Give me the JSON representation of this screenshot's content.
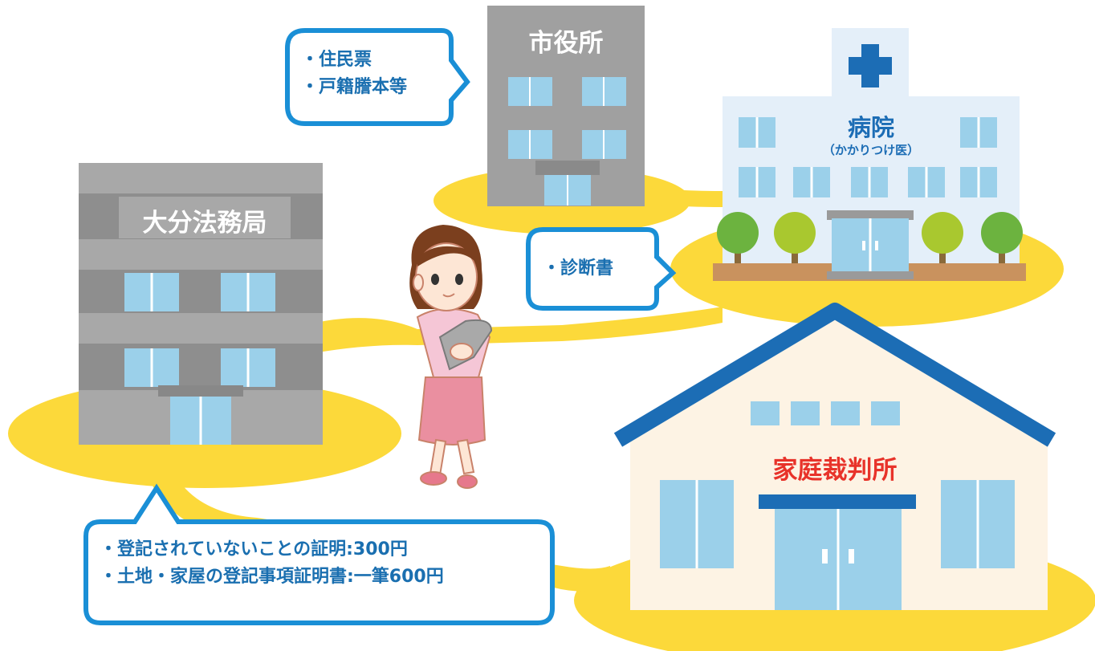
{
  "buildings": {
    "city_hall": {
      "name": "市役所"
    },
    "hospital": {
      "name": "病院",
      "sub": "（かかりつけ医）"
    },
    "legal_affairs": {
      "name": "大分法務局"
    },
    "family_court": {
      "name": "家庭裁判所"
    }
  },
  "bubbles": {
    "city_hall": {
      "lines": [
        "・住民票",
        "・戸籍謄本等"
      ]
    },
    "hospital": {
      "lines": [
        "・診断書"
      ]
    },
    "legal_affairs": {
      "lines": [
        "・登記されていないことの証明:300円",
        "・土地・家屋の登記事項証明書:一筆600円"
      ]
    }
  },
  "colors": {
    "path_yellow": "#fcd93a",
    "bubble_border": "#1a8fd6",
    "bubble_text": "#1a6fb0",
    "court_title": "#e8332a",
    "roof_blue": "#1c6db5",
    "hospital_cross": "#1c6db5"
  },
  "icons": [
    "hospital-cross-icon",
    "tree-icon",
    "woman-figure"
  ]
}
